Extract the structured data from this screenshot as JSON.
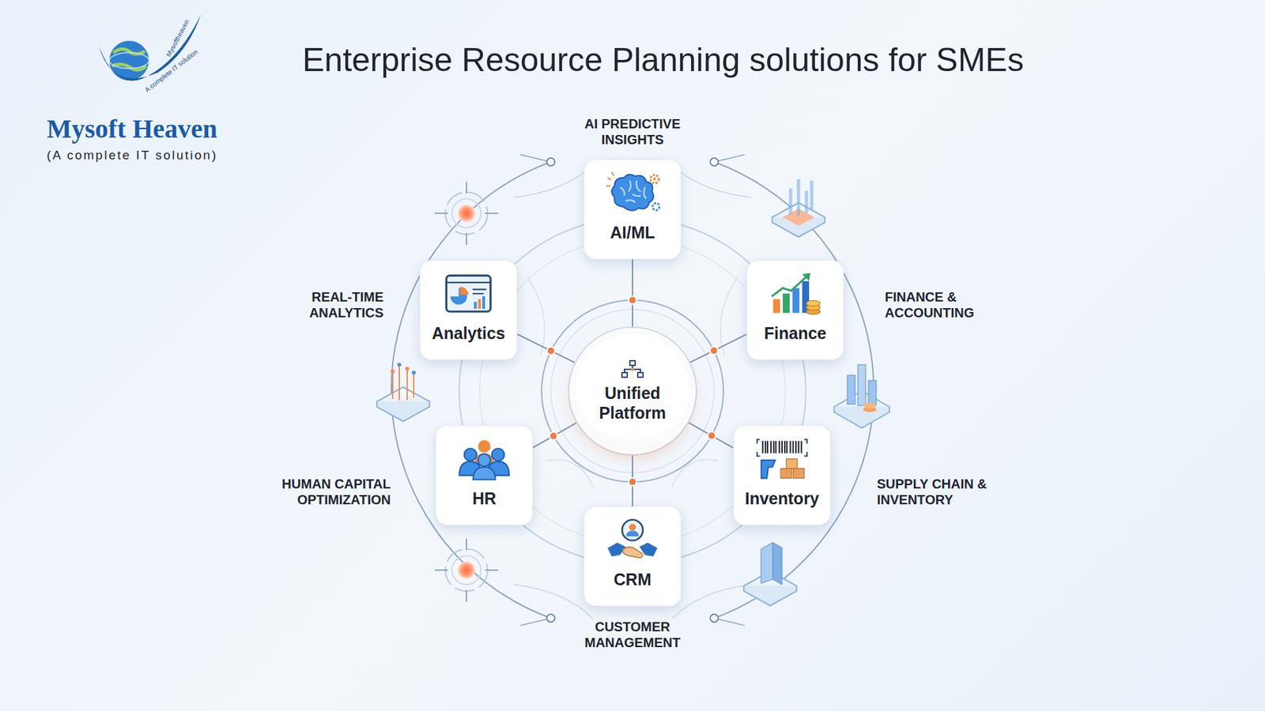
{
  "diagram": {
    "title": "Enterprise Resource Planning solutions for SMEs",
    "nodes": [
      {
        "text": [
          "AI/ML"
        ]
      },
      {
        "text": [
          "Analytics"
        ]
      },
      {
        "text": [
          "Finance"
        ]
      },
      {
        "text": [
          "Unified Platform"
        ]
      },
      {
        "text": [
          "HR"
        ]
      },
      {
        "text": [
          "Inventory"
        ]
      },
      {
        "text": [
          "CRM"
        ]
      }
    ],
    "edges": [
      {
        "from": 3,
        "to": 0,
        "arrow": "none"
      },
      {
        "from": 3,
        "to": 1,
        "arrow": "none"
      },
      {
        "from": 3,
        "to": 2,
        "arrow": "none"
      },
      {
        "from": 3,
        "to": 4,
        "arrow": "none"
      },
      {
        "from": 3,
        "to": 5,
        "arrow": "none"
      },
      {
        "from": 3,
        "to": 6,
        "arrow": "none"
      }
    ],
    "labels": [
      "Mysoftheaven",
      "A complete IT solution",
      "Mysoft Heaven",
      "(A complete IT solution)",
      "AI PREDICTIVE INSIGHTS",
      "REAL-TIME ANALYTICS",
      "FINANCE & ACCOUNTING",
      "HUMAN CAPITAL OPTIMIZATION",
      "SUPPLY CHAIN & INVENTORY",
      "CUSTOMER MANAGEMENT"
    ]
  }
}
